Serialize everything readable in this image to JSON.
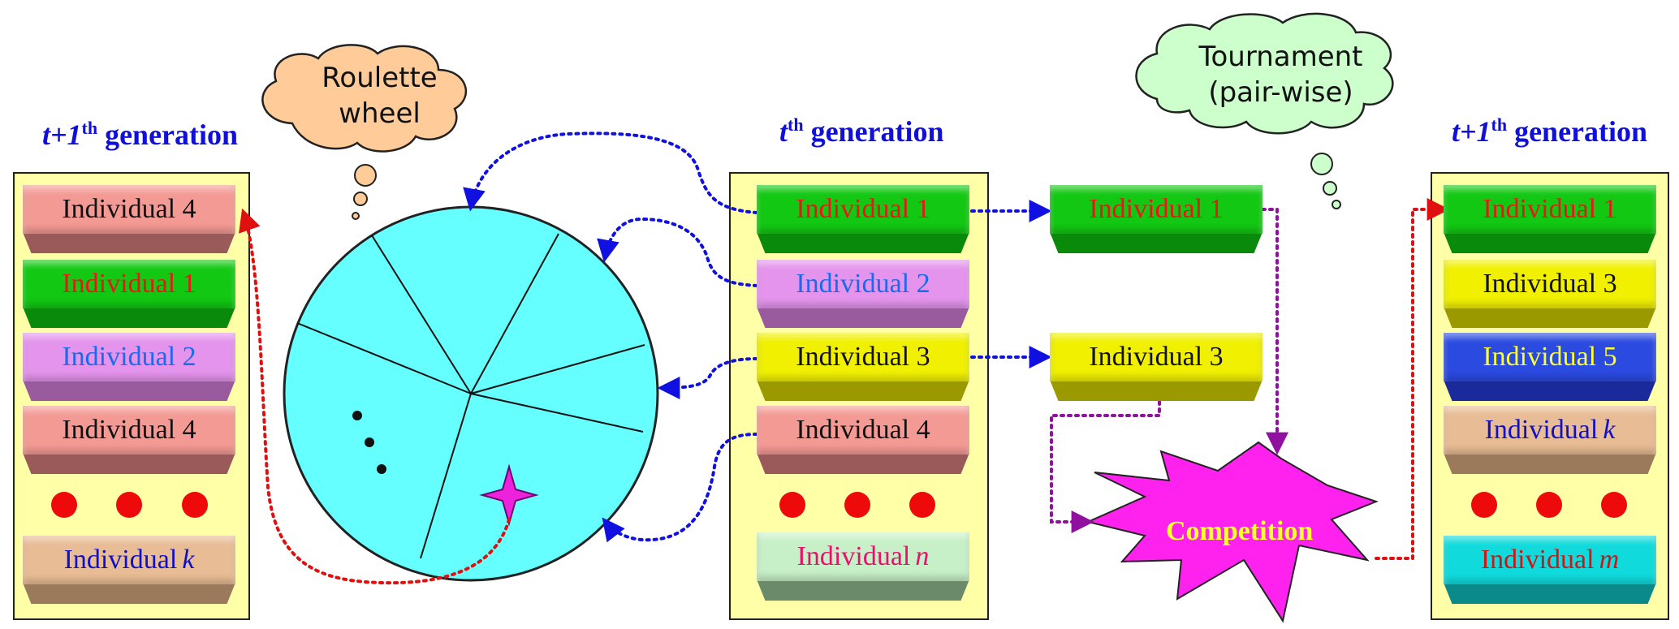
{
  "titles": {
    "left": {
      "italic": "t+1",
      "sup": "th",
      "rest": " generation"
    },
    "middle": {
      "italic": "t",
      "sup": "th",
      "rest": " generation"
    },
    "right": {
      "italic": "t+1",
      "sup": "th",
      "rest": " generation"
    }
  },
  "clouds": {
    "roulette": {
      "line1": "Roulette",
      "line2": "wheel"
    },
    "tournament": {
      "line1": "Tournament",
      "line2": "(pair-wise)"
    }
  },
  "competition_label": "Competition",
  "wheel_dots": "•",
  "colors": {
    "panel": "#ffffa8",
    "wheel": "#66ffff",
    "star": "#ee22dd",
    "burst": "#ff22ee",
    "arrow_blue": "#1010e0",
    "arrow_red": "#e01010",
    "arrow_purple": "#9010a0",
    "cloud_orange": "#ffcc99",
    "cloud_green": "#ccffcc"
  },
  "left_column": [
    {
      "label": "Individual 4",
      "italic": "",
      "scheme": "salmon"
    },
    {
      "label": "Individual 1",
      "italic": "",
      "scheme": "green"
    },
    {
      "label": "Individual 2",
      "italic": "",
      "scheme": "violet"
    },
    {
      "label": "Individual 4",
      "italic": "",
      "scheme": "salmon"
    },
    {
      "label": "Individual ",
      "italic": "k",
      "scheme": "tan"
    }
  ],
  "middle_column": [
    {
      "label": "Individual 1",
      "italic": "",
      "scheme": "green"
    },
    {
      "label": "Individual 2",
      "italic": "",
      "scheme": "violet"
    },
    {
      "label": "Individual 3",
      "italic": "",
      "scheme": "yellow"
    },
    {
      "label": "Individual 4",
      "italic": "",
      "scheme": "salmon"
    },
    {
      "label": "Individual ",
      "italic": "n",
      "scheme": "mint"
    }
  ],
  "tournament_column": [
    {
      "label": "Individual 1",
      "italic": "",
      "scheme": "green"
    },
    {
      "label": "Individual 3",
      "italic": "",
      "scheme": "yellow"
    }
  ],
  "right_column": [
    {
      "label": "Individual 1",
      "italic": "",
      "scheme": "green"
    },
    {
      "label": "Individual 3",
      "italic": "",
      "scheme": "yellow"
    },
    {
      "label": "Individual 5",
      "italic": "",
      "scheme": "blue"
    },
    {
      "label": "Individual ",
      "italic": "k",
      "scheme": "tan"
    },
    {
      "label": "Individual ",
      "italic": "m",
      "scheme": "cyan"
    }
  ]
}
